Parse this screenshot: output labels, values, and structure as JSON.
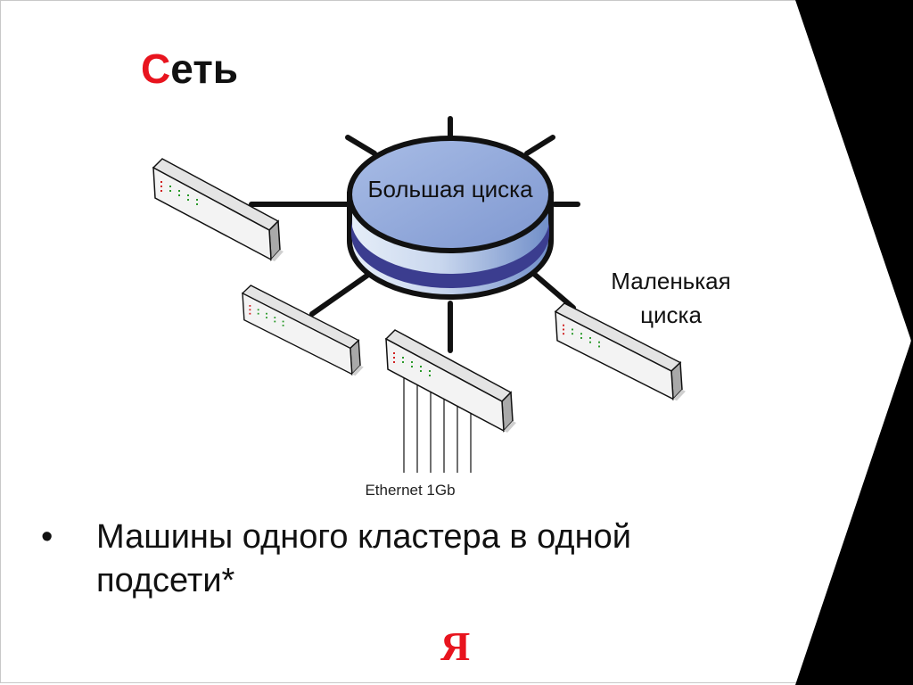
{
  "slide": {
    "title_first_letter": "С",
    "title_rest": "еть",
    "bullet_symbol": "•",
    "bullet_text": "Машины одного кластера в одной подсети*",
    "logo": "Я"
  },
  "diagram": {
    "hub_label": "Большая циска",
    "small_switch_label": "Маленькая циска",
    "ethernet_label": "Ethernet 1Gb"
  },
  "colors": {
    "accent_red": "#e8141e",
    "hub_fill": "#9fb6e0",
    "hub_band": "#3b3d8f",
    "arrow_black": "#000000"
  }
}
